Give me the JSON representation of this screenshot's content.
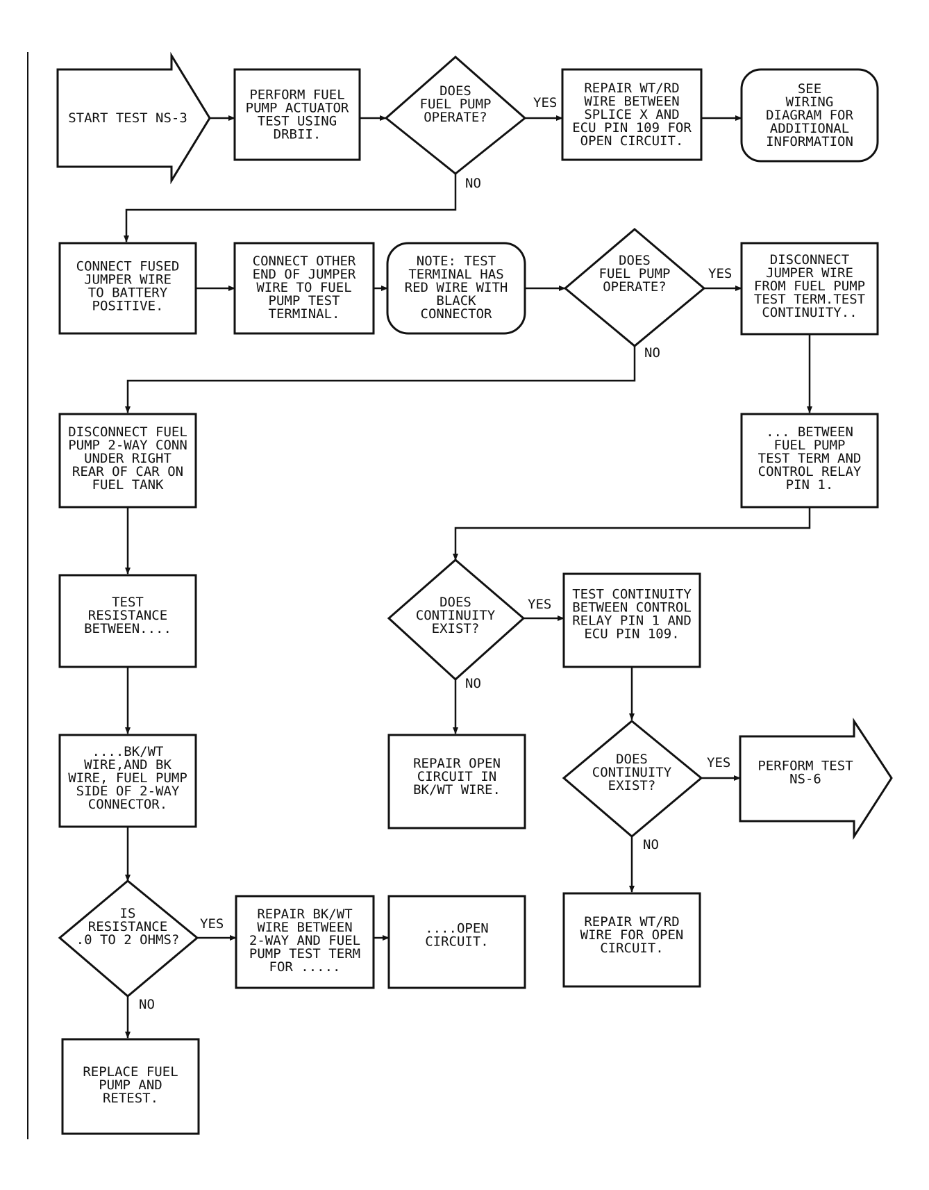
{
  "nodes": {
    "start": {
      "lines": [
        "START TEST NS-3"
      ]
    },
    "perform_actuator": {
      "lines": [
        "PERFORM FUEL",
        "PUMP ACTUATOR",
        "TEST USING",
        "DRBII."
      ]
    },
    "does_pump_1": {
      "lines": [
        "DOES",
        "FUEL PUMP",
        "OPERATE?"
      ]
    },
    "repair_wtrd_splice": {
      "lines": [
        "REPAIR WT/RD",
        "WIRE BETWEEN",
        "SPLICE X AND",
        "ECU PIN 109 FOR",
        "OPEN CIRCUIT."
      ]
    },
    "see_wiring": {
      "lines": [
        "SEE",
        "WIRING",
        "DIAGRAM FOR",
        "ADDITIONAL",
        "INFORMATION"
      ]
    },
    "connect_fused": {
      "lines": [
        "CONNECT FUSED",
        "JUMPER WIRE",
        "TO BATTERY",
        "POSITIVE."
      ]
    },
    "connect_other": {
      "lines": [
        "CONNECT OTHER",
        "END OF JUMPER",
        "WIRE TO FUEL",
        "PUMP TEST",
        "TERMINAL."
      ]
    },
    "note_terminal": {
      "lines": [
        "NOTE: TEST",
        "TERMINAL HAS",
        "RED WIRE WITH",
        "BLACK",
        "CONNECTOR"
      ]
    },
    "does_pump_2": {
      "lines": [
        "DOES",
        "FUEL PUMP",
        "OPERATE?"
      ]
    },
    "disconnect_jumper": {
      "lines": [
        "DISCONNECT",
        "JUMPER WIRE",
        "FROM FUEL PUMP",
        "TEST TERM.TEST",
        "CONTINUITY.."
      ]
    },
    "disconnect_pump_conn": {
      "lines": [
        "DISCONNECT FUEL",
        "PUMP 2-WAY CONN",
        "UNDER RIGHT",
        "REAR OF CAR ON",
        "FUEL TANK"
      ]
    },
    "between_relay": {
      "lines": [
        "... BETWEEN",
        "FUEL PUMP",
        "TEST TERM AND",
        "CONTROL RELAY",
        "PIN 1."
      ]
    },
    "test_resistance": {
      "lines": [
        "TEST",
        "RESISTANCE",
        "BETWEEN...."
      ]
    },
    "does_continuity_1": {
      "lines": [
        "DOES",
        "CONTINUITY",
        "EXIST?"
      ]
    },
    "test_continuity_ecu": {
      "lines": [
        "TEST CONTINUITY",
        "BETWEEN CONTROL",
        "RELAY PIN 1 AND",
        "ECU PIN 109."
      ]
    },
    "bkwt_wire": {
      "lines": [
        "....BK/WT",
        "WIRE,AND BK",
        "WIRE, FUEL PUMP",
        "SIDE OF 2-WAY",
        "CONNECTOR."
      ]
    },
    "repair_open_bkwt": {
      "lines": [
        "REPAIR OPEN",
        "CIRCUIT IN",
        "BK/WT WIRE."
      ]
    },
    "does_continuity_2": {
      "lines": [
        "DOES",
        "CONTINUITY",
        "EXIST?"
      ]
    },
    "perform_ns6": {
      "lines": [
        "PERFORM TEST",
        "NS-6"
      ]
    },
    "is_resistance": {
      "lines": [
        "IS",
        "RESISTANCE",
        ".0 TO 2 OHMS?"
      ]
    },
    "repair_bkwt_between": {
      "lines": [
        "REPAIR BK/WT",
        "WIRE BETWEEN",
        "2-WAY AND FUEL",
        "PUMP TEST TERM",
        "FOR ....."
      ]
    },
    "open_circuit": {
      "lines": [
        "....OPEN",
        "CIRCUIT."
      ]
    },
    "repair_wtrd_open": {
      "lines": [
        "REPAIR WT/RD",
        "WIRE FOR OPEN",
        "CIRCUIT."
      ]
    },
    "replace_pump": {
      "lines": [
        "REPLACE FUEL",
        "PUMP AND",
        "RETEST."
      ]
    }
  },
  "edge_labels": {
    "yes_1": "YES",
    "no_1": "NO",
    "yes_2": "YES",
    "no_2": "NO",
    "yes_3": "YES",
    "no_3": "NO",
    "yes_4": "YES",
    "no_4": "NO",
    "yes_5": "YES",
    "no_5": "NO"
  }
}
